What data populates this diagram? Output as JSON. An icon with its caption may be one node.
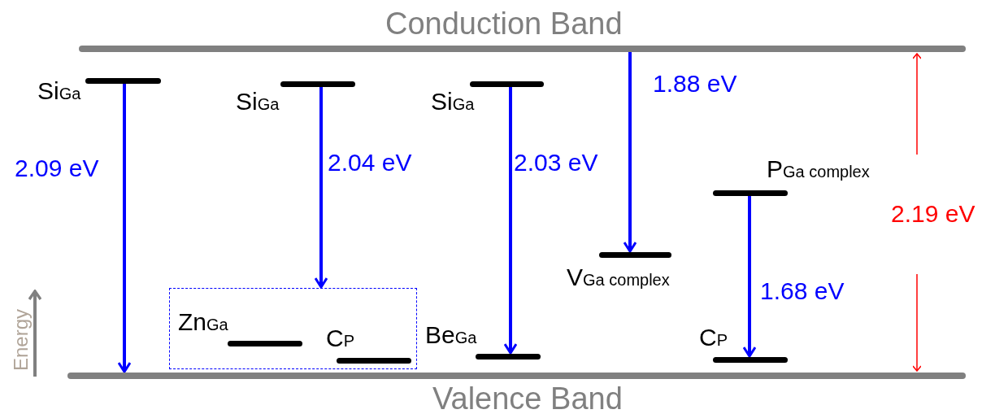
{
  "diagram": {
    "nodes": [
      {
        "text": [
          "Conduction Band"
        ]
      },
      {
        "text": [
          "Valence Band"
        ]
      },
      {
        "text": [
          "Si$_{Ga}$"
        ]
      },
      {
        "text": [
          "Si$_{Ga}$"
        ]
      },
      {
        "text": [
          "Si$_{Ga}$"
        ]
      },
      {
        "text": [],
        "shape": "box"
      },
      {
        "text": [
          "Zn$_{Ga}$"
        ],
        "in": 5
      },
      {
        "text": [
          "C$_{P}$"
        ],
        "in": 5
      },
      {
        "text": [
          "Be$_{Ga}$"
        ]
      },
      {
        "text": [
          "V$_{Ga complex}$"
        ]
      },
      {
        "text": [
          "P$_{Ga complex}$"
        ]
      },
      {
        "text": [
          "C$_{P}$"
        ]
      }
    ],
    "edges": [
      {
        "from": 2,
        "to": 1,
        "arrow": "to",
        "label": "2.09 eV"
      },
      {
        "from": 3,
        "to": 5,
        "arrow": "to",
        "label": "2.04 eV"
      },
      {
        "from": 4,
        "to": 8,
        "arrow": "to",
        "label": "2.03 eV"
      },
      {
        "from": 0,
        "to": 9,
        "arrow": "to",
        "label": "1.88 eV"
      },
      {
        "from": 10,
        "to": 11,
        "arrow": "to",
        "label": "1.68 eV"
      }
    ],
    "labels": [
      "2.19 eV",
      "Energy"
    ]
  }
}
